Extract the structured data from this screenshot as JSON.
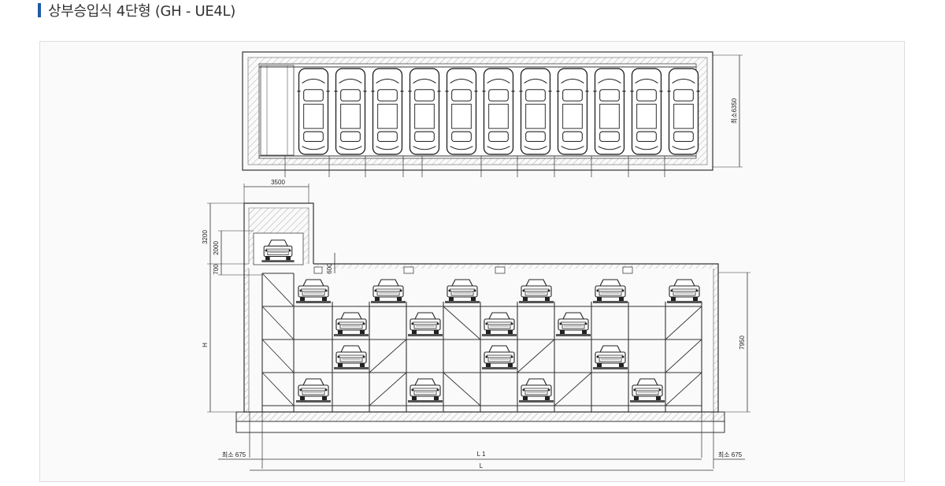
{
  "header": {
    "title": "상부승입식 4단형 (GH - UE4L)"
  },
  "dimensions": {
    "top_height": "최소6350",
    "tower_width": "3500",
    "tower_height": "3200",
    "tower_inner": "2000",
    "ledge": "700",
    "roof_step": "600",
    "total_height": "7950",
    "h_label": "H",
    "l1_label": "L 1",
    "l_label": "L",
    "min_left": "최소 675",
    "min_right": "최소 675"
  }
}
